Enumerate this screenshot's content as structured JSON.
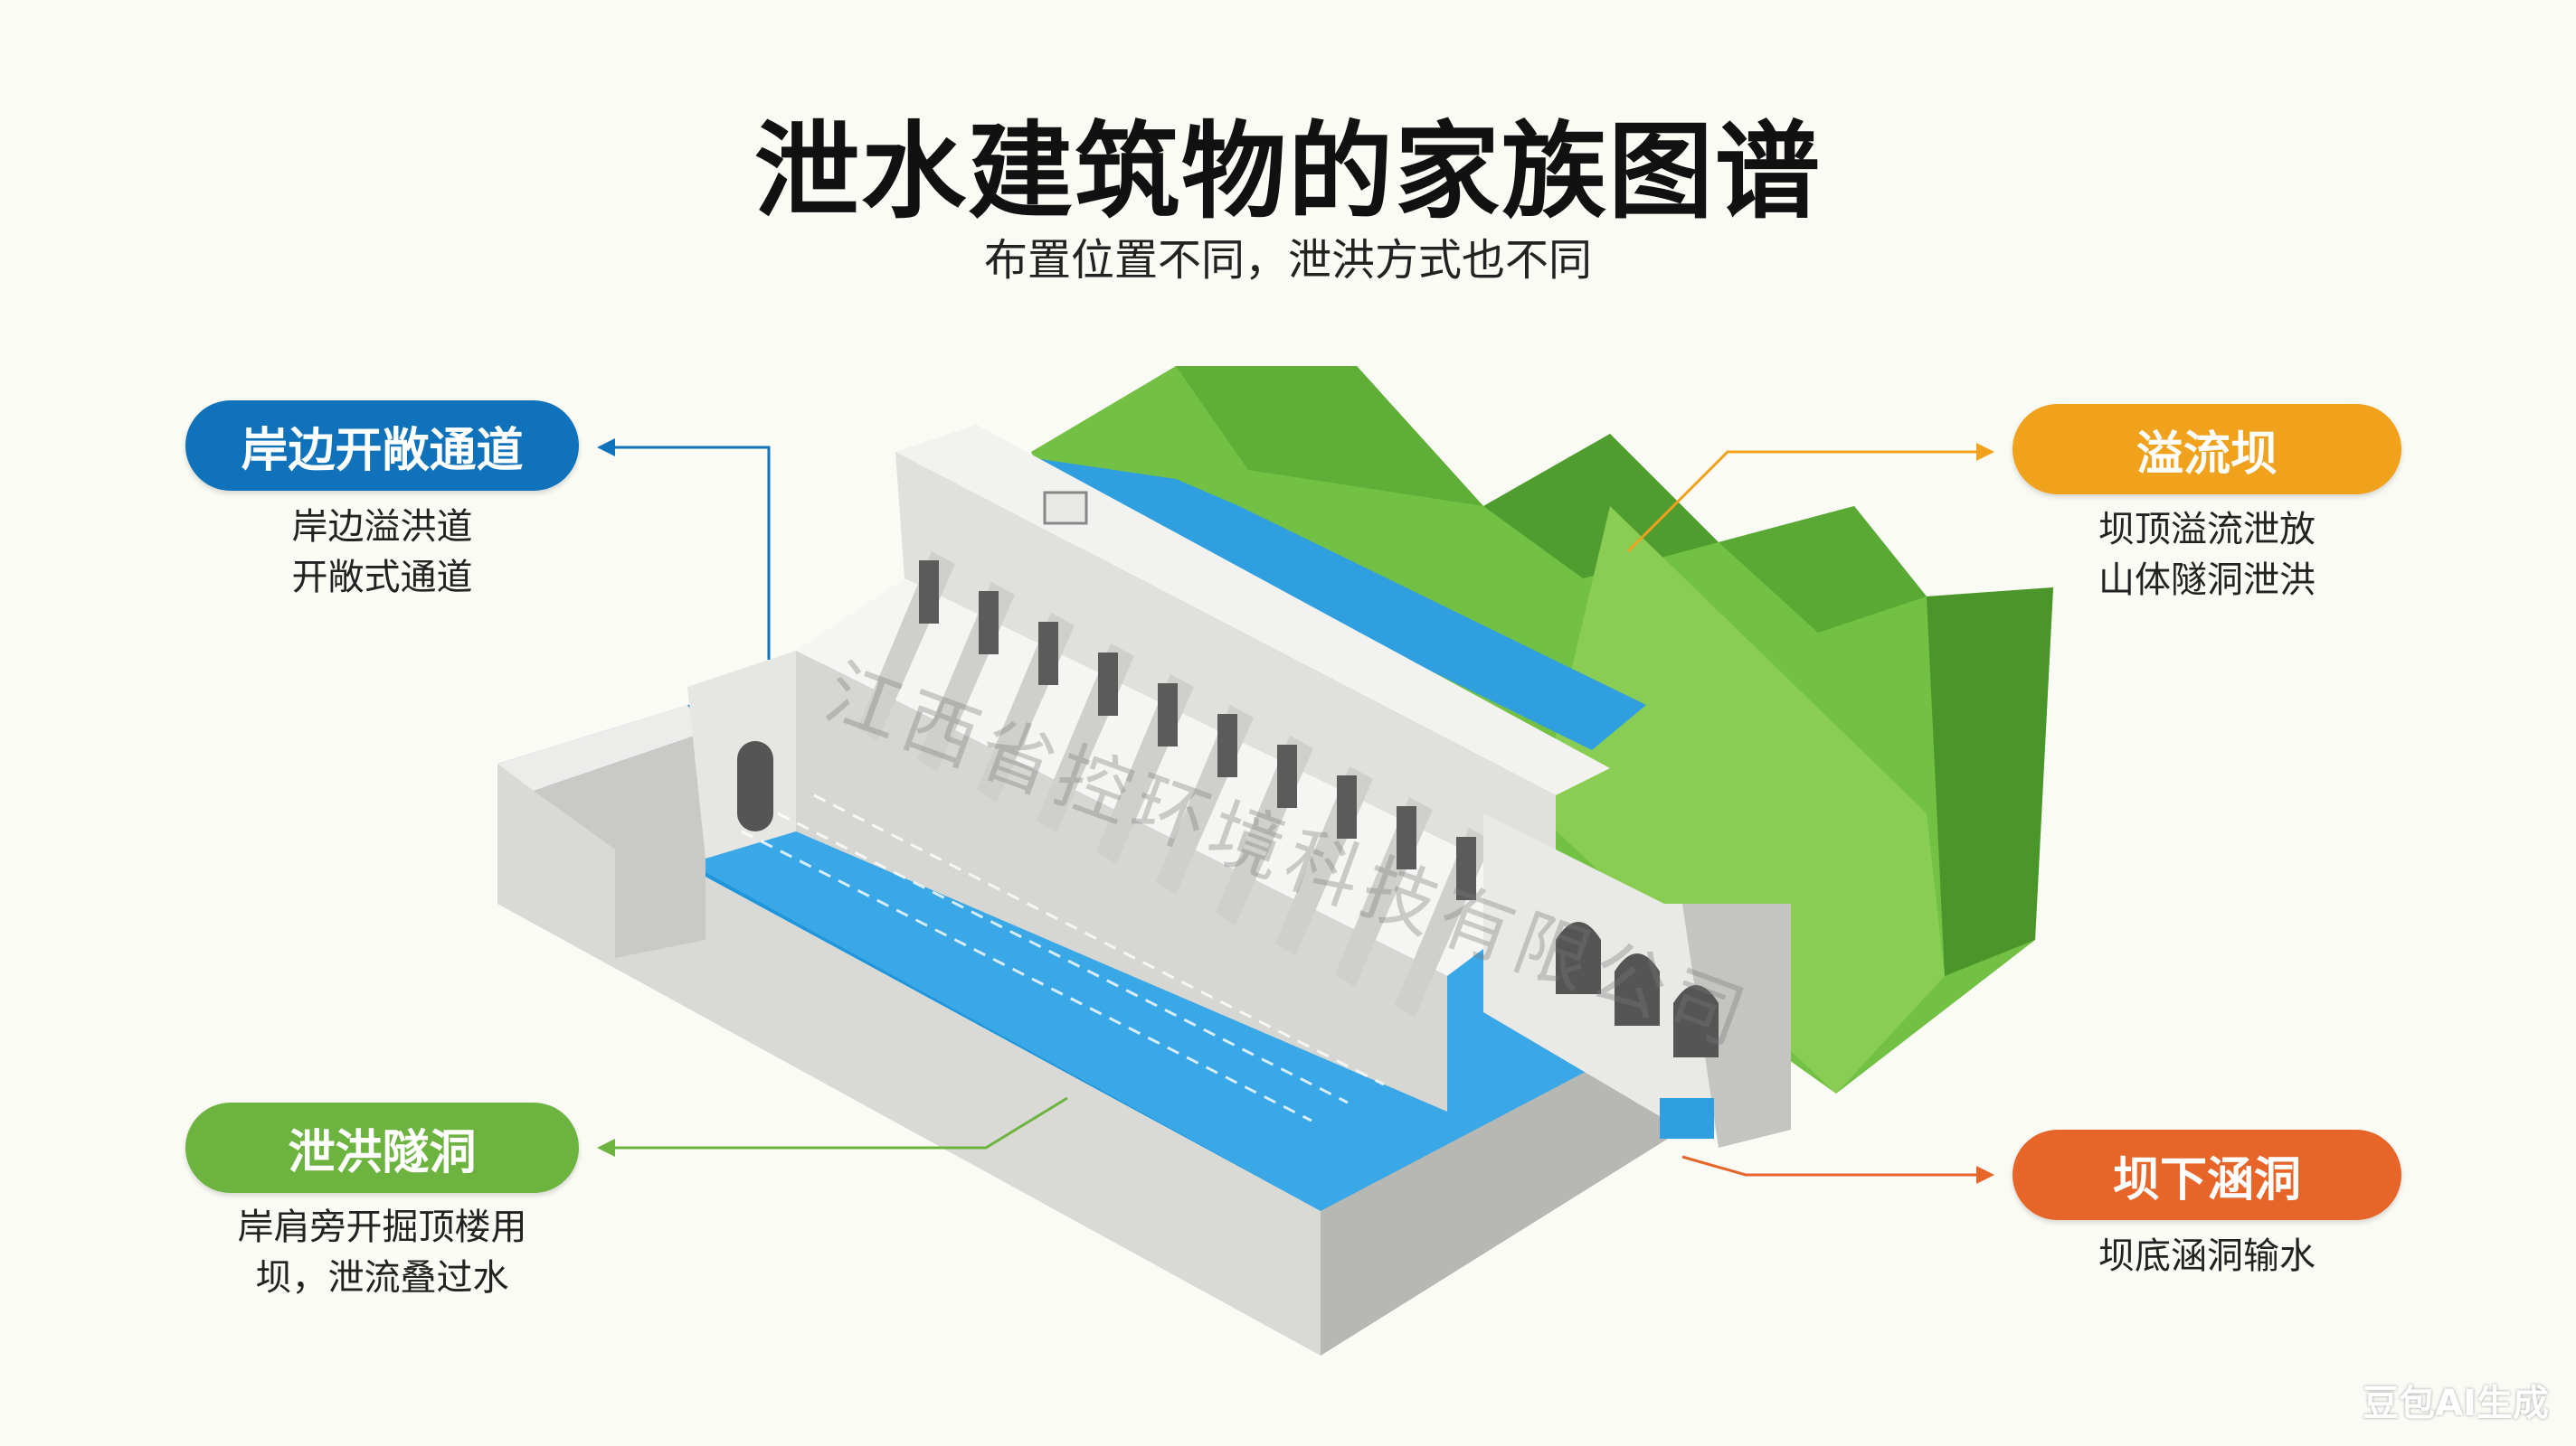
{
  "title": "泄水建筑物的家族图谱",
  "subtitle": "布置位置不同，泄洪方式也不同",
  "callouts": {
    "top_left": {
      "label": "岸边开敞通道",
      "color": "#0f72bb",
      "lines": [
        "岸边溢洪道",
        "开敞式通道"
      ]
    },
    "top_right": {
      "label": "溢流坝",
      "color": "#f0a21d",
      "lines": [
        "坝顶溢流泄放",
        "山体隧洞泄洪"
      ]
    },
    "bottom_left": {
      "label": "泄洪隧洞",
      "color": "#6db33f",
      "lines": [
        "岸肩旁开掘顶楼用",
        "坝，泄流叠过水"
      ]
    },
    "bottom_right": {
      "label": "坝下涵洞",
      "color": "#e8652a",
      "lines": [
        "坝底涵洞输水"
      ]
    }
  },
  "watermark": "江西省控环境科技有限公司",
  "corner_mark": "豆包AI生成"
}
